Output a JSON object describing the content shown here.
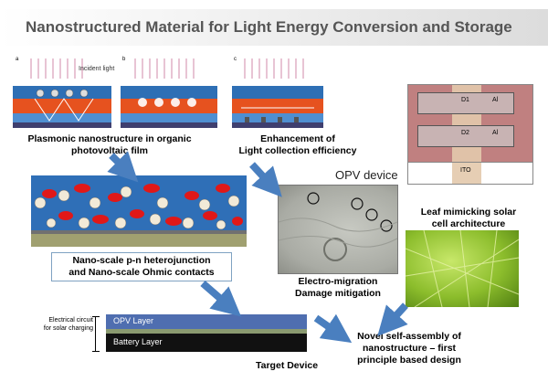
{
  "title": "Nanostructured Material for Light Energy Conversion and Storage",
  "panels": {
    "a": {
      "letter": "a",
      "incident": "Incident  light"
    },
    "b": {
      "letter": "b"
    },
    "c": {
      "letter": "c"
    }
  },
  "labels": {
    "plasmonic_line1": "Plasmonic nanostructure in organic",
    "plasmonic_line2": "photovoltaic film",
    "enhancement_line1": "Enhancement of",
    "enhancement_line2": "Light collection efficiency",
    "opv_device": "OPV device",
    "nano_line1": "Nano-scale p-n heterojunction",
    "nano_line2": "and Nano-scale Ohmic contacts",
    "electro_line1": "Electro-migration",
    "electro_line2": "Damage mitigation",
    "leaf_line1": "Leaf mimicking solar",
    "leaf_line2": "cell architecture",
    "circuit_line1": "Electrical circuit",
    "circuit_line2": "for solar charging",
    "opv_layer": "OPV Layer",
    "battery_layer": "Battery Layer",
    "target_device": "Target Device",
    "novel_line1": "Novel self-assembly of",
    "novel_line2": "nanostructure – first",
    "novel_line3": "principle based design"
  },
  "device_grid": {
    "d1": "D1",
    "al1": "Al",
    "d2": "D2",
    "al2": "Al",
    "ito": "ITO"
  },
  "colors": {
    "arrow": "#4a7fbf",
    "opv_layer": "#4f6eb0",
    "battery_layer": "#111111",
    "device_grid": "#c08080",
    "ito_strip": "#e3c9ac"
  }
}
